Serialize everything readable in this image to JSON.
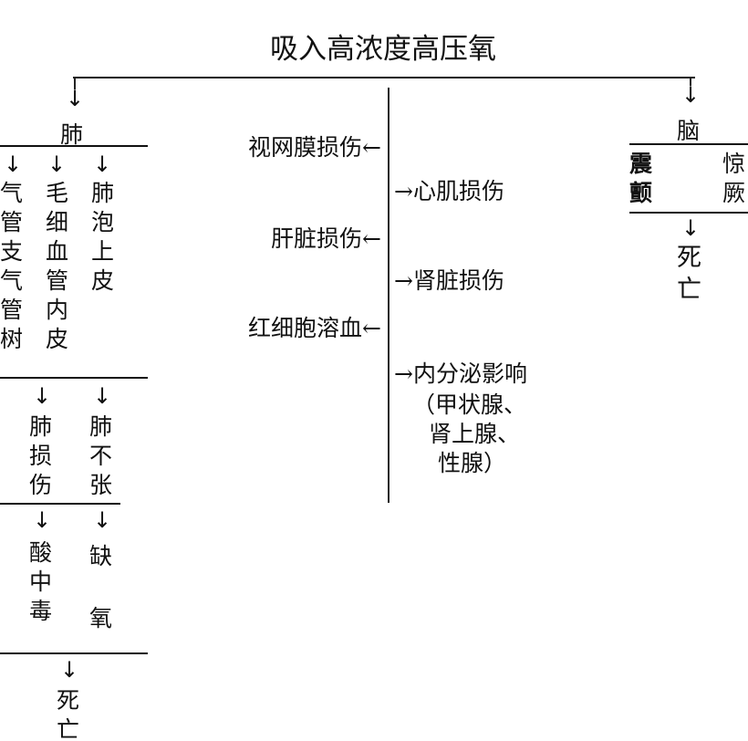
{
  "title": "吸入高浓度高压氧",
  "lung": {
    "label": "肺",
    "branches": [
      "气管支气管树",
      "毛细血管内皮",
      "肺泡上皮"
    ],
    "effects": [
      "肺损伤",
      "肺不张"
    ],
    "consequences": [
      "酸中毒",
      "缺",
      "氧"
    ],
    "outcome": "死亡"
  },
  "middle": {
    "left_items": [
      "视网膜损伤←",
      "肝脏损伤←",
      "红细胞溶血←"
    ],
    "right_items": [
      "→心肌损伤",
      "→肾脏损伤",
      "→内分泌影响"
    ],
    "endocrine_detail": [
      "（甲状腺、",
      "肾上腺、",
      "性腺）"
    ]
  },
  "brain": {
    "label": "脑",
    "effects": [
      "震颤",
      "惊厥"
    ],
    "outcome": "死亡"
  }
}
